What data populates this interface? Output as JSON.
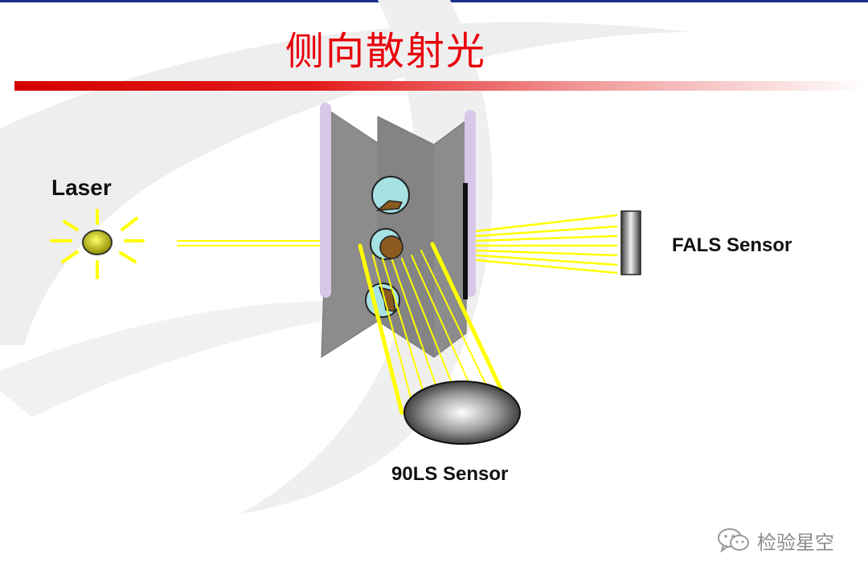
{
  "slide": {
    "title": "侧向散射光"
  },
  "diagram": {
    "labels": {
      "laser": "Laser",
      "fals_sensor": "FALS Sensor",
      "ls90_sensor": "90LS Sensor"
    },
    "colors": {
      "title_red": "#e8000b",
      "beam_yellow": "#ffff00",
      "flow_cell_gray": "#8c8c8c",
      "cell_cyan": "#a6e1e3",
      "nucleus_brown": "#8a5a1e",
      "window_lavender": "#d9c7ea"
    }
  },
  "watermark": {
    "icon": "wechat-icon",
    "text": "检验星空"
  }
}
